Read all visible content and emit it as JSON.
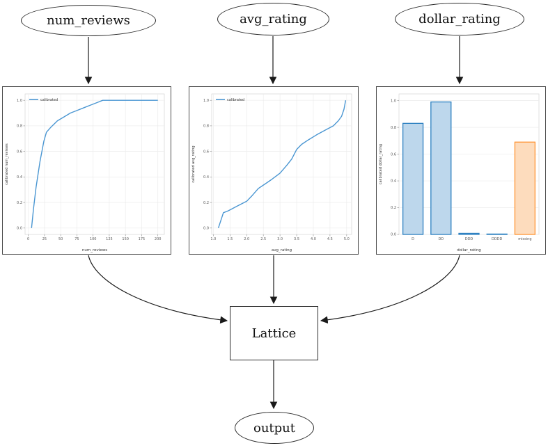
{
  "diagram": {
    "nodes": {
      "num_reviews": {
        "label": "num_reviews"
      },
      "avg_rating": {
        "label": "avg_rating"
      },
      "dollar_rating": {
        "label": "dollar_rating"
      },
      "lattice": {
        "label": "Lattice"
      },
      "output": {
        "label": "output"
      }
    },
    "edge_color": "#1a1a1a",
    "node_border_color": "#2b2b2b"
  },
  "chart_style": {
    "frame_color": "#4a4a4a",
    "grid_color": "#ececec",
    "spine_color": "#d9d9d9",
    "tick_text_color": "#555555",
    "line_color": "#4a96d2",
    "bar_blue_fill": "#bdd7ec",
    "bar_blue_stroke": "#2b7fc0",
    "bar_orange_fill": "#fddcbd",
    "bar_orange_stroke": "#ff9433"
  },
  "chart_data": [
    {
      "type": "line",
      "title": "",
      "xlabel": "num_reviews",
      "ylabel": "calibrated num_reviews",
      "legend": "calibrated",
      "legend_position": "upper left",
      "grid": true,
      "xlim": [
        -5,
        210
      ],
      "ylim": [
        -0.05,
        1.05
      ],
      "xticks": [
        0,
        25,
        50,
        75,
        100,
        125,
        150,
        175,
        200
      ],
      "xtick_labels": [
        "0",
        "25",
        "50",
        "75",
        "100",
        "125",
        "150",
        "175",
        "200"
      ],
      "yticks": [
        0,
        0.2,
        0.4,
        0.6,
        0.8,
        1
      ],
      "ytick_labels": [
        "0.0",
        "0.2",
        "0.4",
        "0.6",
        "0.8",
        "1.0"
      ],
      "series": [
        {
          "name": "calibrated",
          "x": [
            5,
            8,
            12,
            18,
            24,
            28,
            35,
            45,
            55,
            65,
            75,
            85,
            95,
            105,
            115,
            200
          ],
          "y": [
            0.0,
            0.15,
            0.32,
            0.52,
            0.68,
            0.75,
            0.79,
            0.84,
            0.87,
            0.9,
            0.92,
            0.94,
            0.96,
            0.98,
            1.0,
            1.0
          ]
        }
      ]
    },
    {
      "type": "line",
      "title": "",
      "xlabel": "avg_rating",
      "ylabel": "calibrated avg_rating",
      "legend": "calibrated",
      "legend_position": "upper left",
      "grid": true,
      "xlim": [
        0.95,
        5.15
      ],
      "ylim": [
        -0.05,
        1.05
      ],
      "xticks": [
        1.0,
        1.5,
        2.0,
        2.5,
        3.0,
        3.5,
        4.0,
        4.5,
        5.0
      ],
      "xtick_labels": [
        "1.0",
        "1.5",
        "2.0",
        "2.5",
        "3.0",
        "3.5",
        "4.0",
        "4.5",
        "5.0"
      ],
      "yticks": [
        0,
        0.2,
        0.4,
        0.6,
        0.8,
        1
      ],
      "ytick_labels": [
        "0.0",
        "0.2",
        "0.4",
        "0.6",
        "0.8",
        "1.0"
      ],
      "series": [
        {
          "name": "calibrated",
          "x": [
            1.15,
            1.3,
            1.45,
            1.7,
            2.0,
            2.15,
            2.35,
            2.55,
            2.75,
            3.0,
            3.2,
            3.35,
            3.5,
            3.65,
            3.85,
            4.1,
            4.35,
            4.6,
            4.75,
            4.85,
            4.92,
            4.97
          ],
          "y": [
            0.0,
            0.12,
            0.135,
            0.17,
            0.21,
            0.25,
            0.31,
            0.345,
            0.38,
            0.43,
            0.49,
            0.54,
            0.615,
            0.655,
            0.69,
            0.73,
            0.765,
            0.8,
            0.84,
            0.875,
            0.93,
            1.0
          ]
        }
      ]
    },
    {
      "type": "bar",
      "title": "",
      "xlabel": "dollar_rating",
      "ylabel": "calibrated dollar_rating",
      "grid": true,
      "ylim": [
        0,
        1.05
      ],
      "yticks": [
        0,
        0.2,
        0.4,
        0.6,
        0.8,
        1
      ],
      "ytick_labels": [
        "0.0",
        "0.2",
        "0.4",
        "0.6",
        "0.8",
        "1.0"
      ],
      "categories": [
        "D",
        "DD",
        "DDD",
        "DDDD",
        "missing"
      ],
      "values": [
        0.83,
        0.99,
        0.008,
        0.003,
        0.69
      ],
      "bar_styles": [
        "blue",
        "blue",
        "blue",
        "blue",
        "orange"
      ]
    }
  ]
}
